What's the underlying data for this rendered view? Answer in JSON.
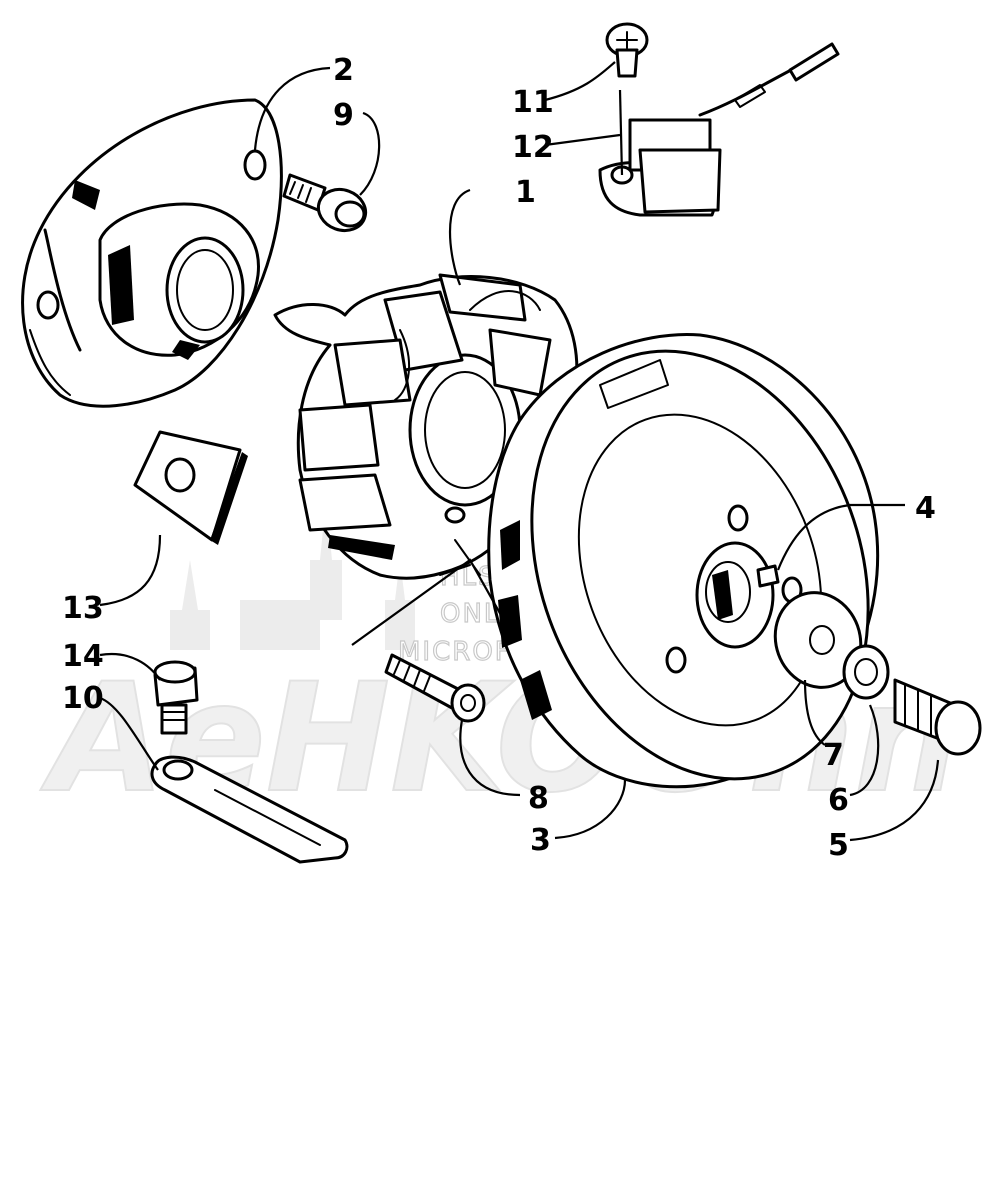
{
  "diagram": {
    "callouts": [
      {
        "id": "c1",
        "label": "1"
      },
      {
        "id": "c2",
        "label": "2"
      },
      {
        "id": "c3",
        "label": "3"
      },
      {
        "id": "c4",
        "label": "4"
      },
      {
        "id": "c5",
        "label": "5"
      },
      {
        "id": "c6",
        "label": "6"
      },
      {
        "id": "c7",
        "label": "7"
      },
      {
        "id": "c8",
        "label": "8"
      },
      {
        "id": "c9",
        "label": "9"
      },
      {
        "id": "c10",
        "label": "10"
      },
      {
        "id": "c11",
        "label": "11"
      },
      {
        "id": "c12",
        "label": "12"
      },
      {
        "id": "c13",
        "label": "13"
      },
      {
        "id": "c14",
        "label": "14"
      }
    ]
  },
  "watermark": {
    "line1": "HLSM'S",
    "line2": "ONLINE",
    "line3": "MICROFICHE",
    "logo_text": "AeHKOOnn"
  }
}
